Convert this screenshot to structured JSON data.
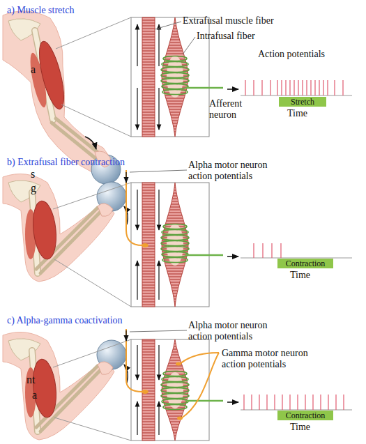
{
  "diagram": {
    "nodes": [
      {
        "text": [
          "Stretch"
        ]
      },
      {
        "text": [
          "Contraction"
        ]
      },
      {
        "text": [
          "Contraction"
        ]
      }
    ],
    "labels": [
      "a) Muscle stretch",
      "Extrafusal muscle fiber",
      "Intrafusal fiber",
      "a",
      "Action potentials",
      "Afferent neuron",
      "Time",
      "b) Extrafusal fiber contraction",
      "s",
      "Alpha motor neuron action potentials",
      "g",
      "Time",
      "c) Alpha-gamma coactivation",
      "Alpha motor neuron action potentials",
      "Gamma motor neuron action potentials",
      "nt",
      "a",
      "Time"
    ]
  }
}
